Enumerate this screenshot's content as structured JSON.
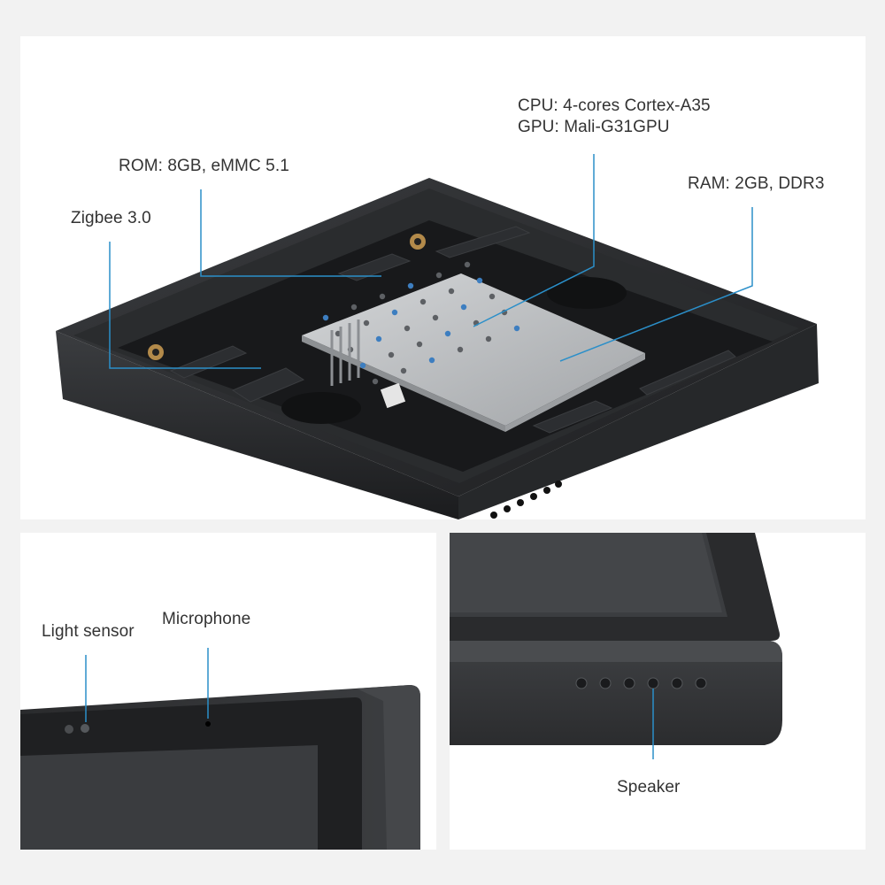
{
  "colors": {
    "background": "#f2f2f2",
    "panel": "#ffffff",
    "leader_line": "#2b8fc9",
    "housing": "#2f3133",
    "pcb": "#1f2124",
    "shield": "#b9bcbf",
    "text": "#333333"
  },
  "top_panel": {
    "labels": {
      "cpu": "CPU: 4-cores Cortex-A35",
      "gpu": "GPU: Mali-G31GPU",
      "rom": "ROM: 8GB, eMMC 5.1",
      "ram": "RAM: 2GB, DDR3",
      "zigbee": "Zigbee 3.0"
    }
  },
  "bottom_left_panel": {
    "labels": {
      "light_sensor": "Light sensor",
      "microphone": "Microphone"
    }
  },
  "bottom_right_panel": {
    "labels": {
      "speaker": "Speaker"
    }
  }
}
